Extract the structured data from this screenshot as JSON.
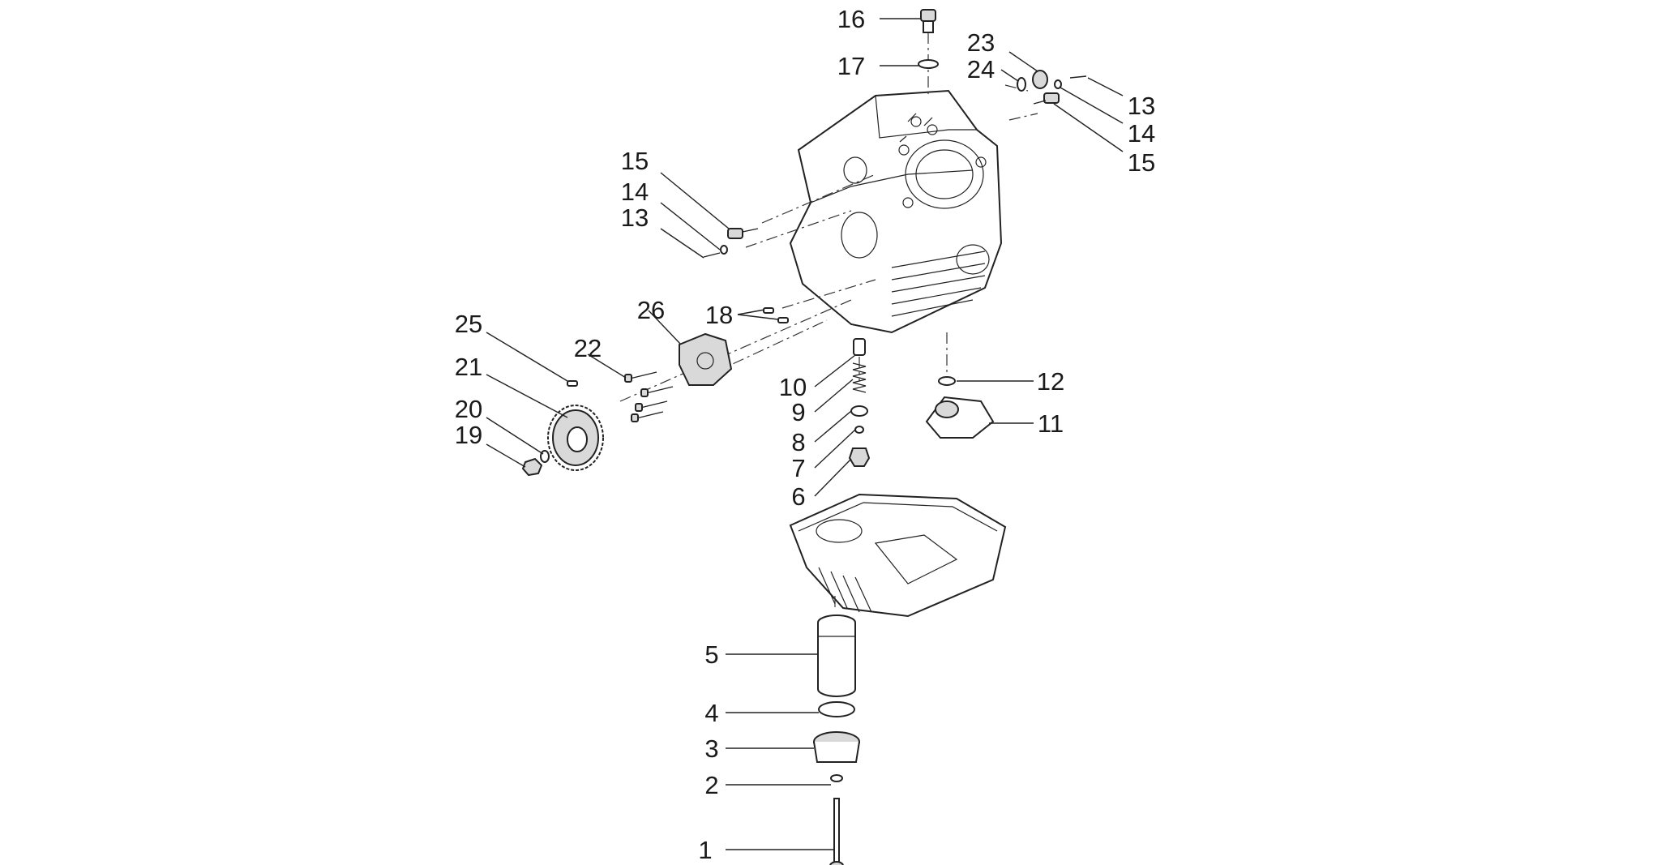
{
  "callouts": [
    {
      "id": "c1",
      "text": "1"
    },
    {
      "id": "c2",
      "text": "2"
    },
    {
      "id": "c3",
      "text": "3"
    },
    {
      "id": "c4",
      "text": "4"
    },
    {
      "id": "c5",
      "text": "5"
    },
    {
      "id": "c6",
      "text": "6"
    },
    {
      "id": "c7",
      "text": "7"
    },
    {
      "id": "c8",
      "text": "8"
    },
    {
      "id": "c9",
      "text": "9"
    },
    {
      "id": "c10",
      "text": "10"
    },
    {
      "id": "c11",
      "text": "11"
    },
    {
      "id": "c12",
      "text": "12"
    },
    {
      "id": "c13a",
      "text": "13"
    },
    {
      "id": "c13b",
      "text": "13"
    },
    {
      "id": "c14a",
      "text": "14"
    },
    {
      "id": "c14b",
      "text": "14"
    },
    {
      "id": "c15a",
      "text": "15"
    },
    {
      "id": "c15b",
      "text": "15"
    },
    {
      "id": "c16",
      "text": "16"
    },
    {
      "id": "c17",
      "text": "17"
    },
    {
      "id": "c18",
      "text": "18"
    },
    {
      "id": "c19",
      "text": "19"
    },
    {
      "id": "c20",
      "text": "20"
    },
    {
      "id": "c21",
      "text": "21"
    },
    {
      "id": "c22",
      "text": "22"
    },
    {
      "id": "c23",
      "text": "23"
    },
    {
      "id": "c24",
      "text": "24"
    },
    {
      "id": "c25",
      "text": "25"
    },
    {
      "id": "c26",
      "text": "26"
    }
  ],
  "colors": {
    "line": "#222222",
    "background": "#ffffff"
  }
}
